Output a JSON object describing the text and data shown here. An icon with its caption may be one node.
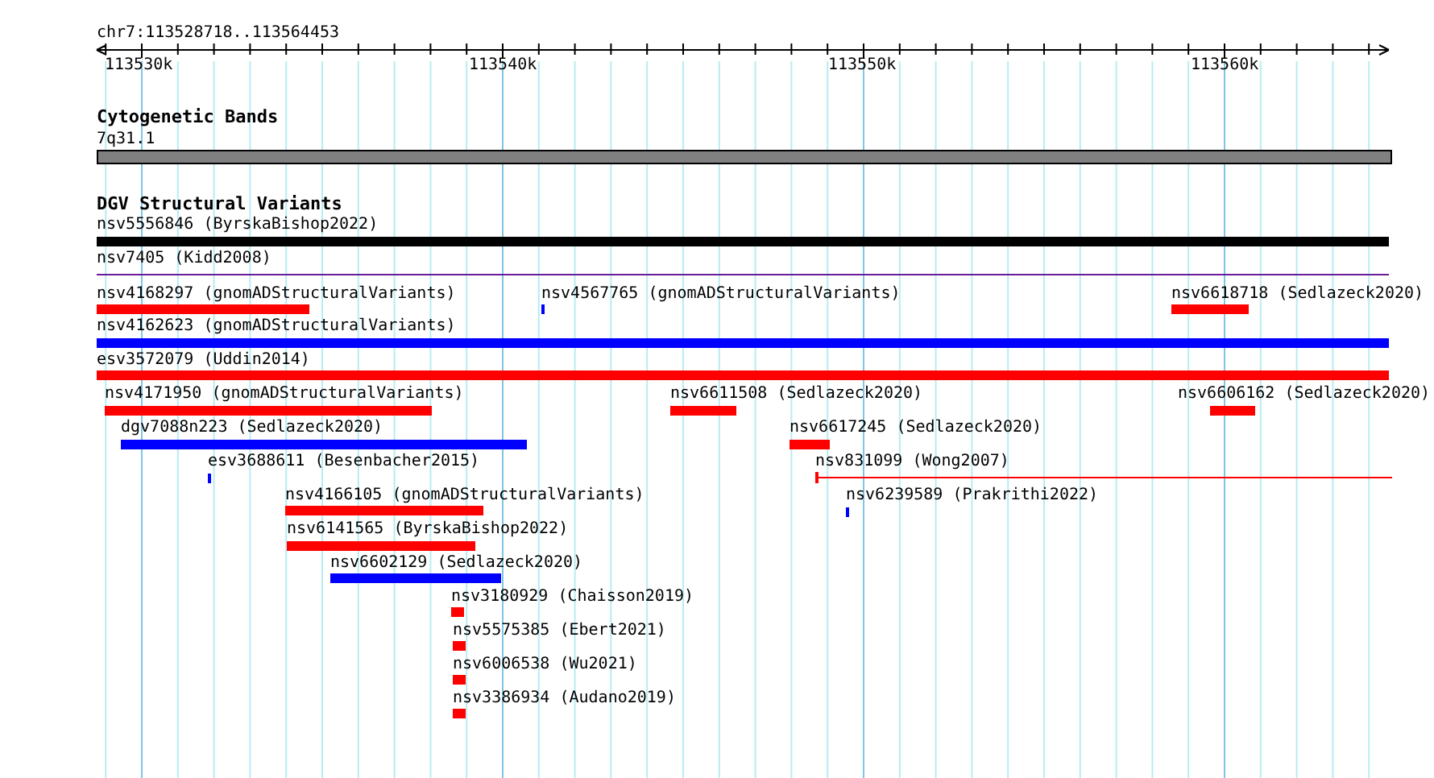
{
  "diagram": {
    "nodes": [
      {
        "text": [
          "7q31.1"
        ]
      },
      {
        "text": [
          "nsv5556846 (ByrskaBishop2022)"
        ]
      },
      {
        "text": [
          "nsv7405 (Kidd2008)"
        ]
      },
      {
        "text": [
          "nsv4168297 (gnomADStructuralVariants)"
        ]
      },
      {
        "text": [
          "nsv4567765 (gnomADStructuralVariants)"
        ]
      },
      {
        "text": [
          "nsv6618718 (Sedlazeck2020)"
        ]
      },
      {
        "text": [
          "nsv4162623 (gnomADStructuralVariants)"
        ]
      },
      {
        "text": [
          "esv3572079 (Uddin2014)"
        ]
      },
      {
        "text": [
          "nsv4171950 (gnomADStructuralVariants)"
        ]
      },
      {
        "text": [
          "nsv6611508 (Sedlazeck2020)"
        ]
      },
      {
        "text": [
          "nsv6606162 (Sedlazeck2020)"
        ]
      },
      {
        "text": [
          "dgv7088n223 (Sedlazeck2020)"
        ]
      },
      {
        "text": [
          "nsv6617245 (Sedlazeck2020)"
        ]
      },
      {
        "text": [
          "esv3688611 (Besenbacher2015)"
        ]
      },
      {
        "text": [
          "nsv831099 (Wong2007)"
        ]
      },
      {
        "text": [
          "nsv4166105 (gnomADStructuralVariants)"
        ]
      },
      {
        "text": [
          "nsv6239589 (Prakrithi2022)"
        ]
      },
      {
        "text": [
          "nsv6141565 (ByrskaBishop2022)"
        ]
      },
      {
        "text": [
          "nsv6602129 (Sedlazeck2020)"
        ]
      },
      {
        "text": [
          "nsv3180929 (Chaisson2019)"
        ]
      },
      {
        "text": [
          "nsv5575385 (Ebert2021)"
        ]
      },
      {
        "text": [
          "nsv6006538 (Wu2021)"
        ]
      },
      {
        "text": [
          "nsv3386934 (Audano2019)"
        ]
      }
    ],
    "labels": [
      "chr7:113528718..113564453",
      "113530k",
      "113540k",
      "113550k",
      "113560k",
      "Cytogenetic Bands",
      "DGV Structural Variants"
    ]
  }
}
